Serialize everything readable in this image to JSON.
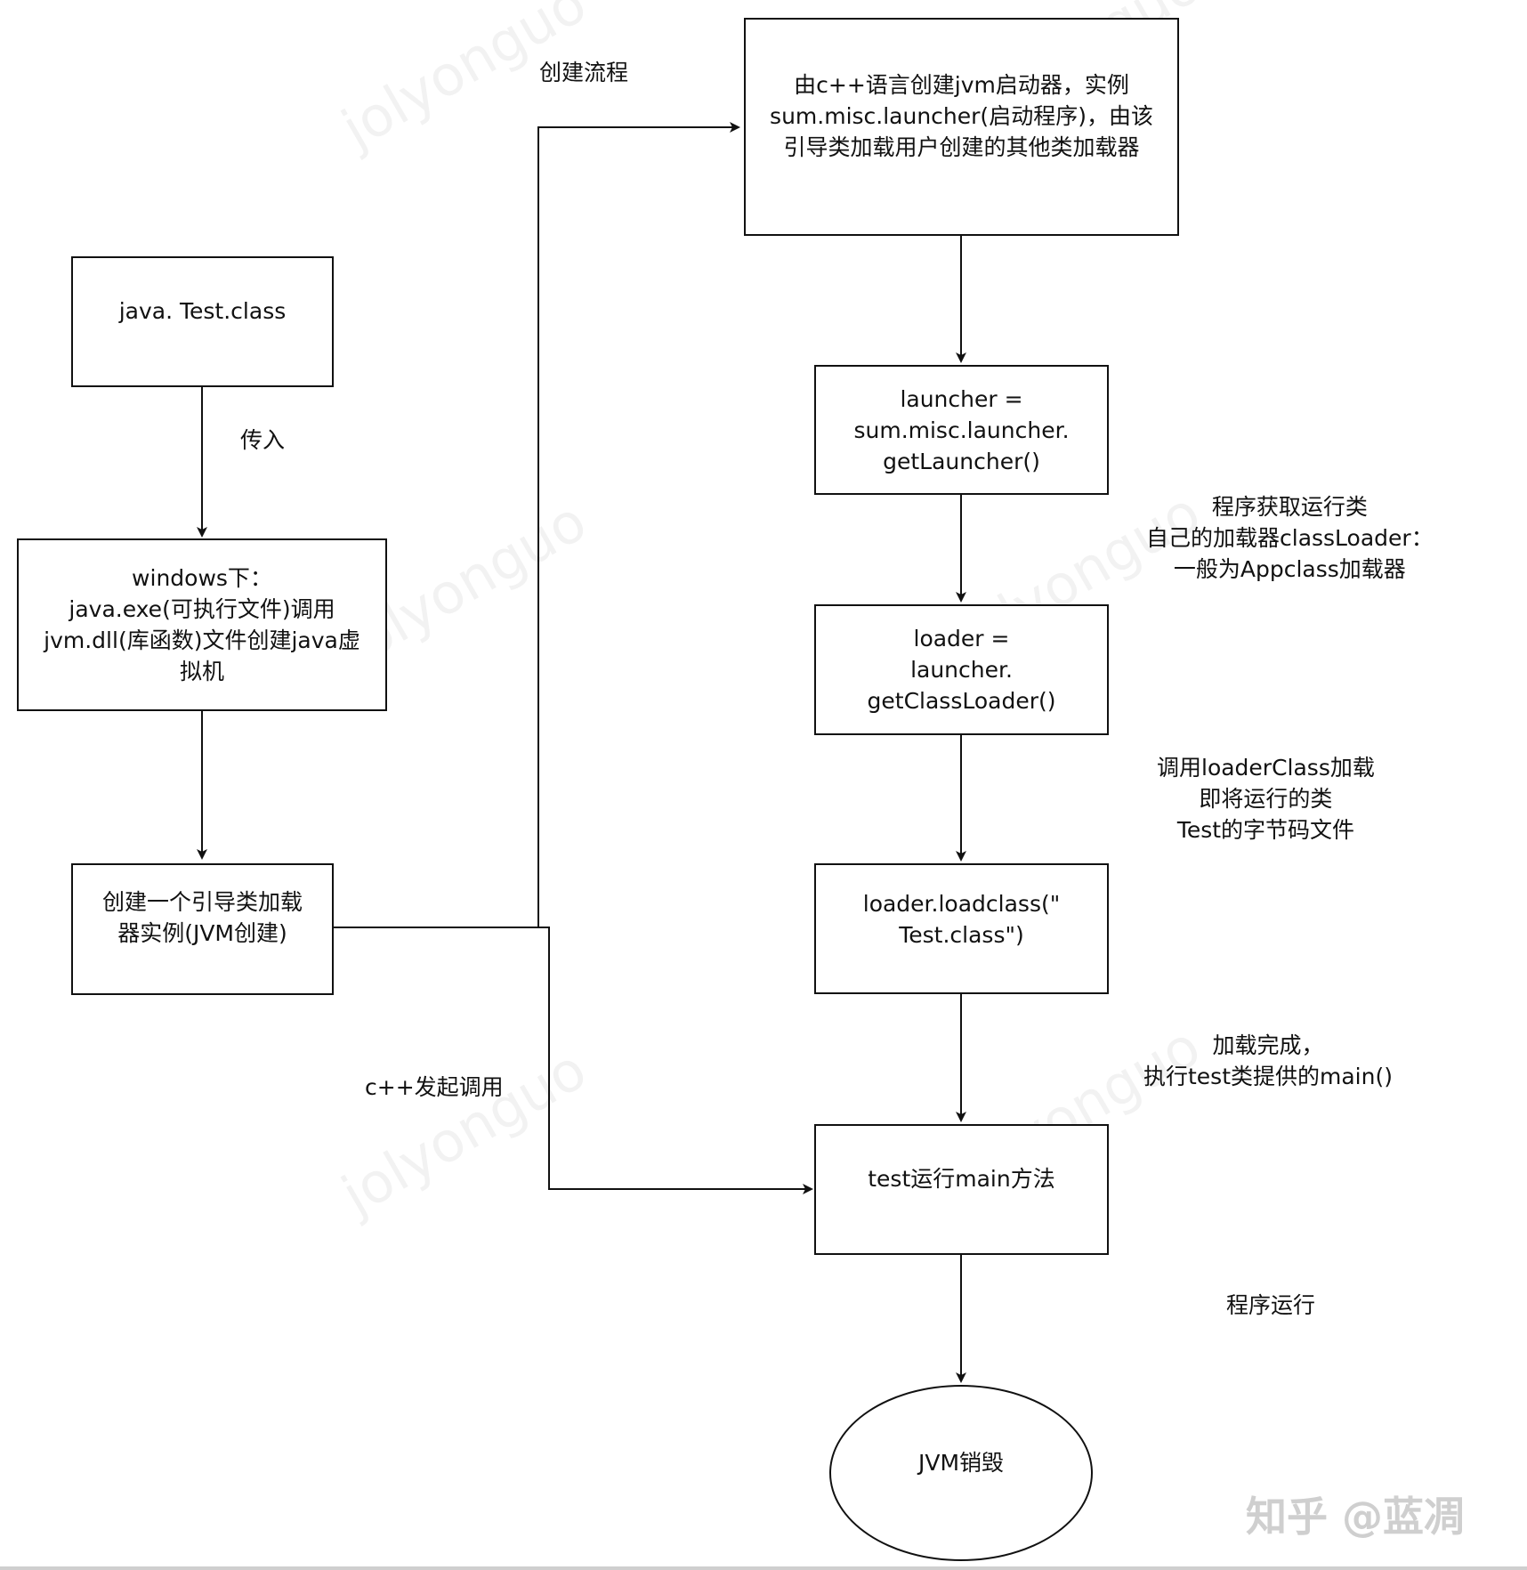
{
  "nodes": {
    "jvm_launcher_creation": "由c++语言创建jvm启动器，实例\nsum.misc.launcher(启动程序)，由该\n引导类加载用户创建的其他类加载器",
    "test_class": "java.  Test.class",
    "windows_create_jvm": "windows下：\njava.exe(可执行文件)调用\njvm.dll(库函数)文件创建java虚\n拟机",
    "bootstrap_loader": "创建一个引导类加载\n器实例(JVM创建)",
    "get_launcher": "launcher =\nsum.misc.launcher.\ngetLauncher()",
    "get_class_loader": "loader =\nlauncher.\ngetClassLoader()",
    "load_class": "loader.loadclass(\"\nTest.class\")",
    "run_main": "test运行main方法",
    "jvm_destroy": "JVM销毁"
  },
  "edge_labels": {
    "create_flow": "创建流程",
    "pass_in": "传入",
    "cpp_call": "c++发起调用",
    "get_app_loader": "程序获取运行类\n自己的加载器classLoader：\n一般为Appclass加载器",
    "load_bytecode": "调用loaderClass加载\n即将运行的类\nTest的字节码文件",
    "load_done": "加载完成，\n执行test类提供的main()",
    "program_run": "程序运行"
  },
  "watermark": "jolyonguo",
  "brand": "知乎 @蓝凋"
}
